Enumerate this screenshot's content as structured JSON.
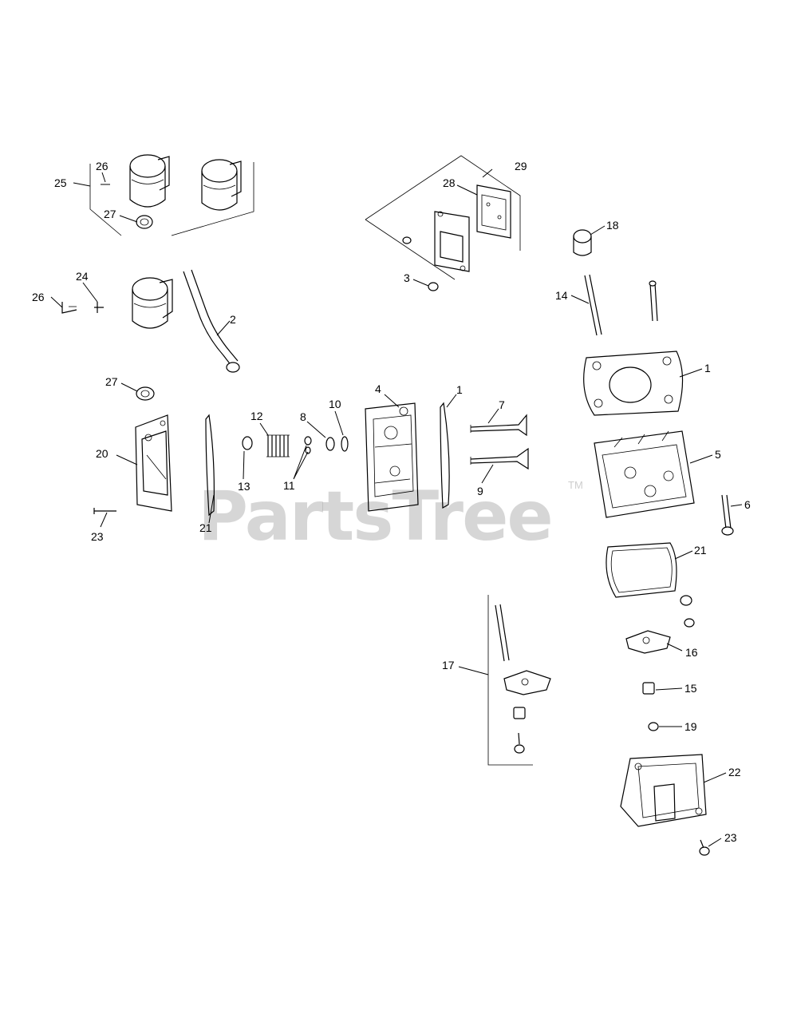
{
  "watermark": {
    "text": "PartsTree",
    "trademark": "TM"
  },
  "callouts": {
    "c1a": "1",
    "c1b": "1",
    "c2": "2",
    "c3": "3",
    "c4": "4",
    "c5": "5",
    "c6": "6",
    "c7": "7",
    "c8": "8",
    "c9": "9",
    "c10": "10",
    "c11": "11",
    "c12": "12",
    "c13": "13",
    "c14": "14",
    "c15": "15",
    "c16": "16",
    "c17": "17",
    "c18": "18",
    "c19": "19",
    "c20": "20",
    "c21a": "21",
    "c21b": "21",
    "c22": "22",
    "c23a": "23",
    "c23b": "23",
    "c24": "24",
    "c25": "25",
    "c26a": "26",
    "c26b": "26",
    "c27a": "27",
    "c27b": "27",
    "c28": "28",
    "c29": "29"
  }
}
